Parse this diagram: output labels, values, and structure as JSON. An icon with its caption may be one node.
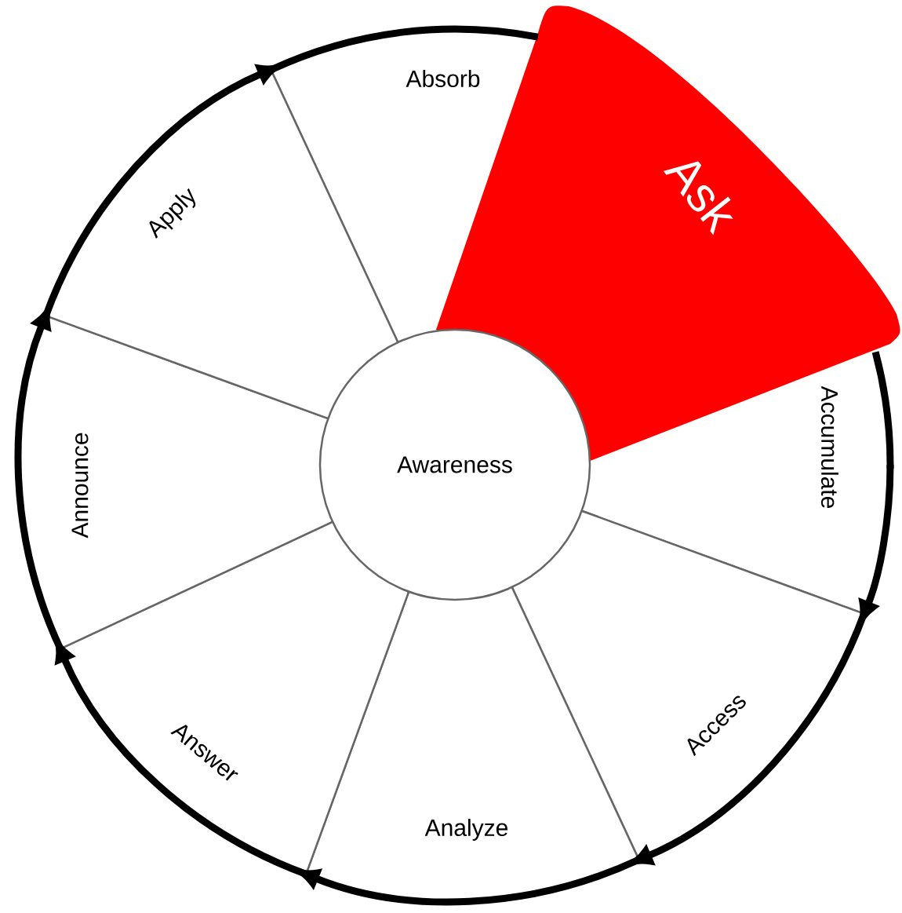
{
  "diagram": {
    "nodes": [
      {
        "text": [
          "Absorb"
        ]
      },
      {
        "text": [
          "Ask"
        ]
      },
      {
        "text": [
          "Accumulate"
        ]
      },
      {
        "text": [
          "Access"
        ]
      },
      {
        "text": [
          "Analyze"
        ]
      },
      {
        "text": [
          "Answer"
        ]
      },
      {
        "text": [
          "Announce"
        ]
      },
      {
        "text": [
          "Apply"
        ]
      },
      {
        "text": [
          "Awareness"
        ]
      }
    ],
    "edges": [
      {
        "from": 0,
        "to": 1,
        "arrow": "none"
      },
      {
        "from": 2,
        "to": 3,
        "arrow": "to"
      },
      {
        "from": 3,
        "to": 4,
        "arrow": "to"
      },
      {
        "from": 4,
        "to": 5,
        "arrow": "to"
      },
      {
        "from": 5,
        "to": 6,
        "arrow": "to"
      },
      {
        "from": 6,
        "to": 7,
        "arrow": "to"
      },
      {
        "from": 7,
        "to": 0,
        "arrow": "to"
      }
    ]
  }
}
